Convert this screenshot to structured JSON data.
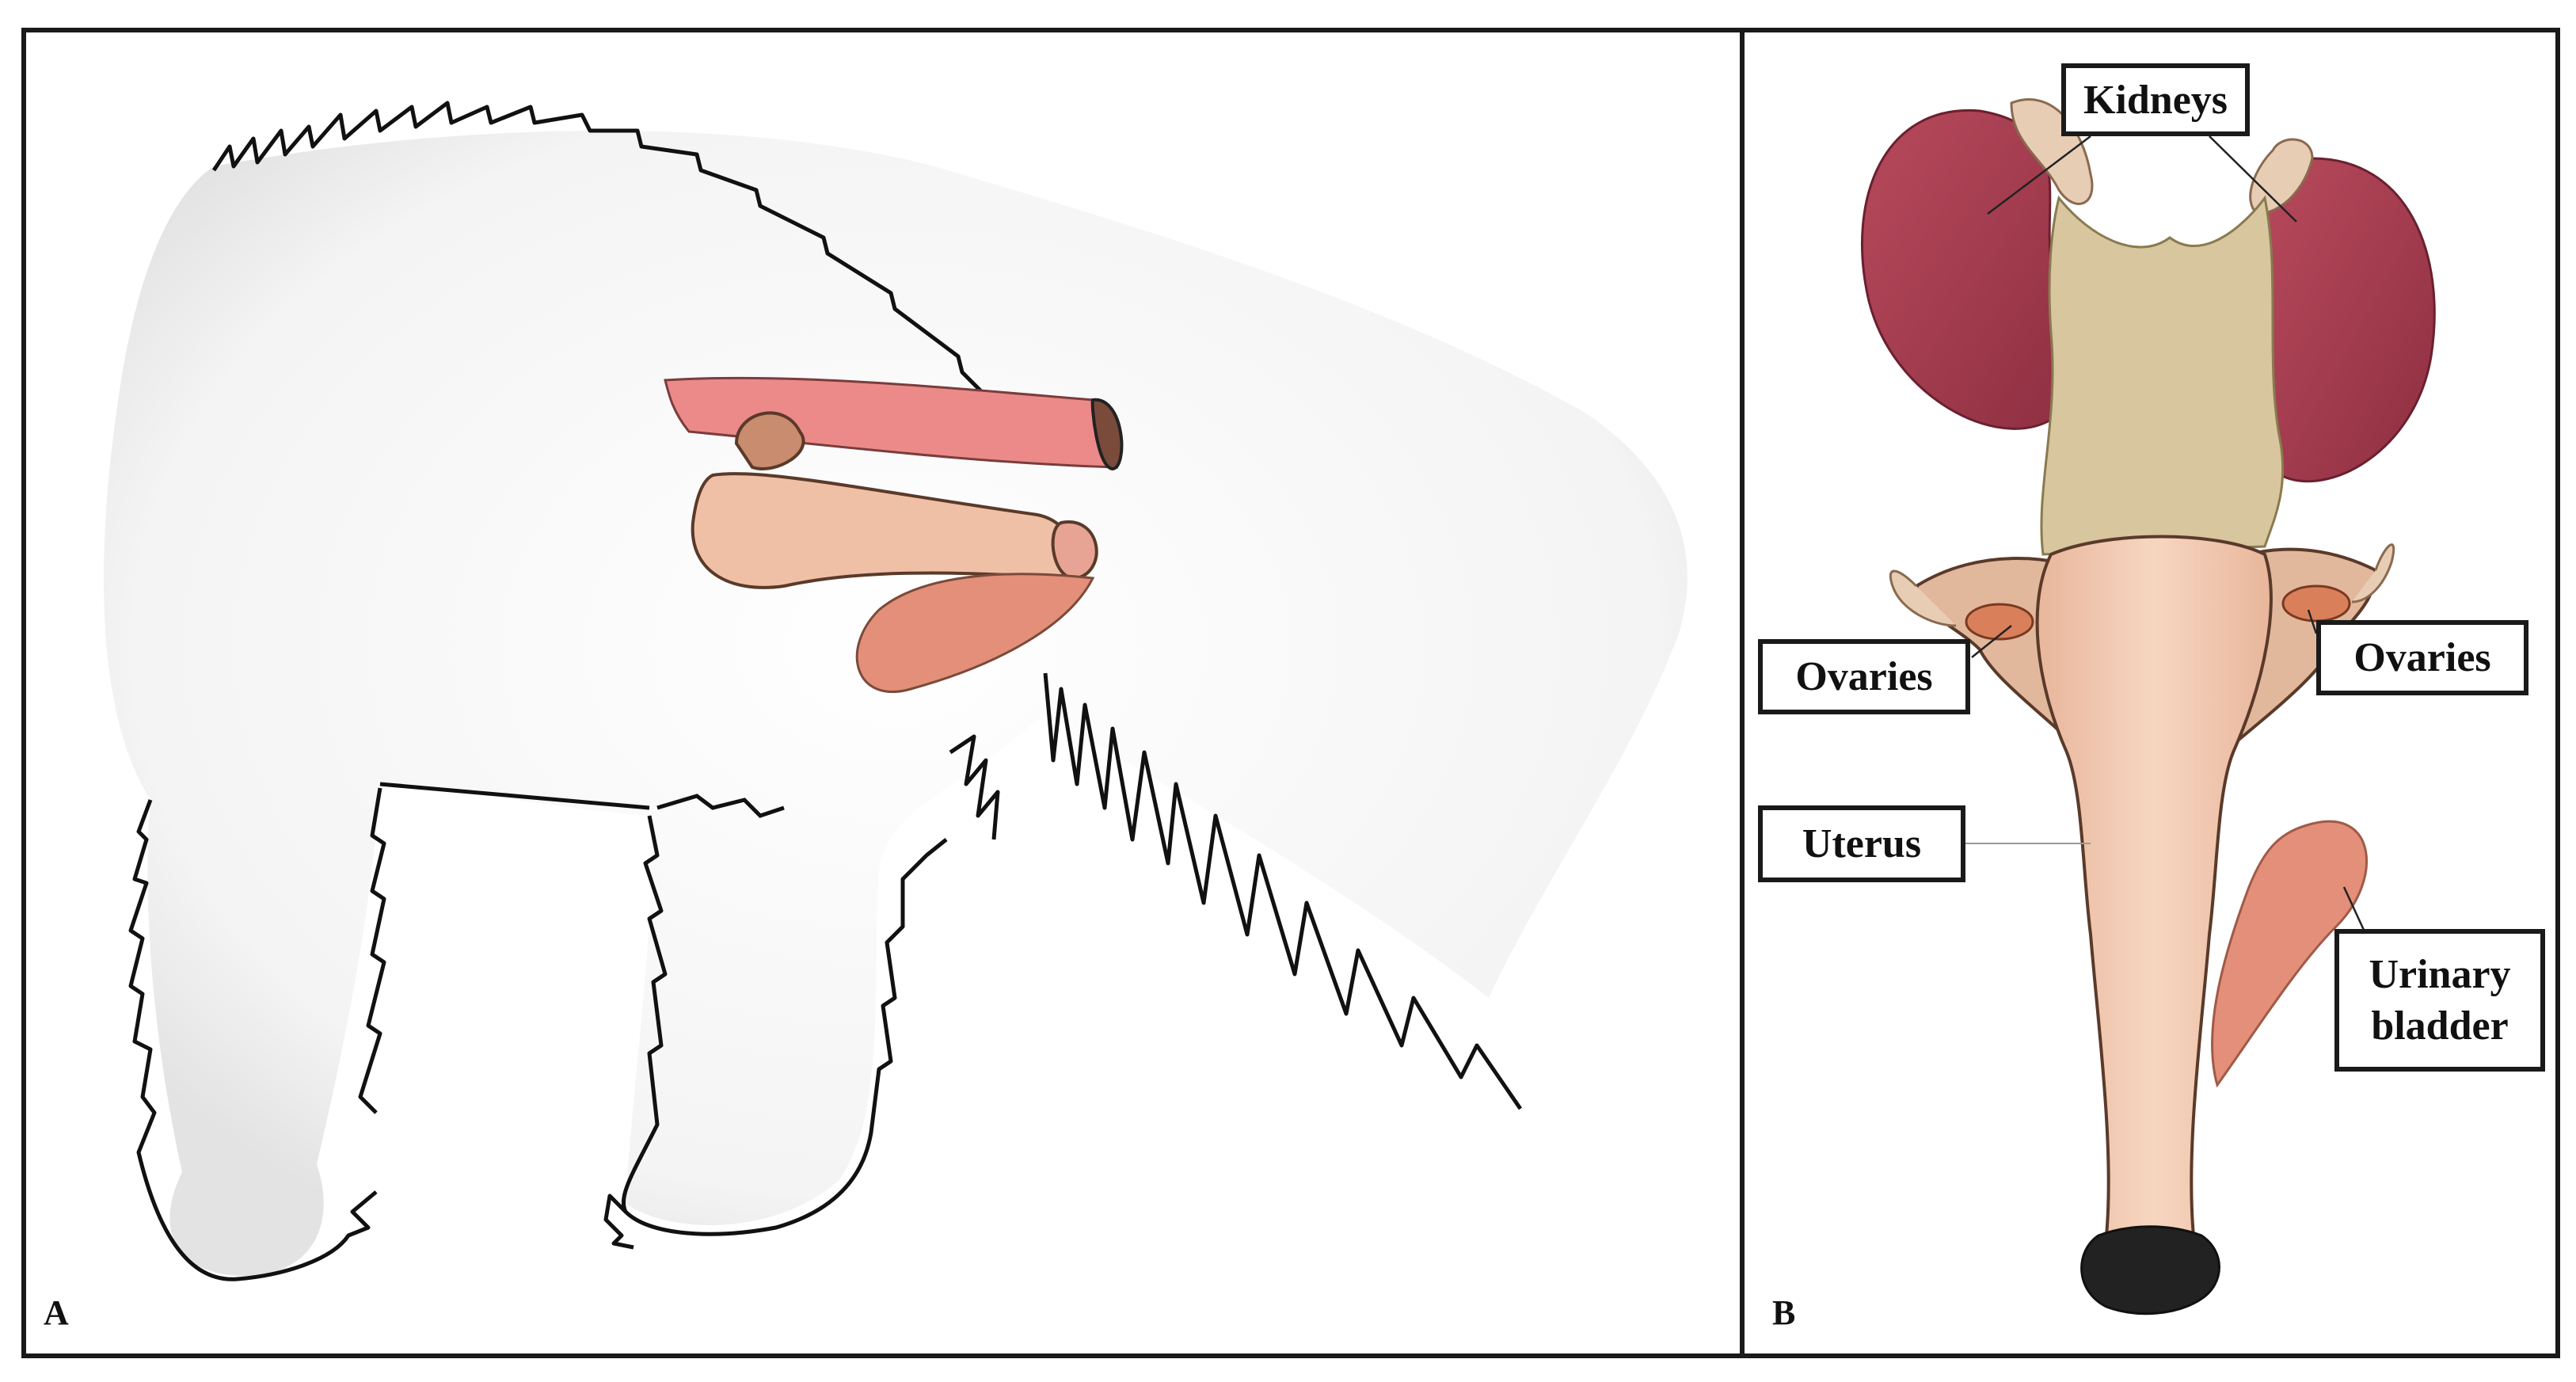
{
  "panels": {
    "a": {
      "letter": "A"
    },
    "b": {
      "letter": "B"
    }
  },
  "labels": {
    "kidneys": "Kidneys",
    "ovaries_left": "Ovaries",
    "ovaries_right": "Ovaries",
    "uterus": "Uterus",
    "urinary_bladder": "Urinary\nbladder"
  },
  "colors": {
    "fur": "#f3f3f3",
    "outline": "#111111",
    "rectum": "#e98686",
    "uterus": "#f2c9b0",
    "vulva": "#e7a494",
    "bladder": "#e38f79",
    "kidney": "#a33a4d",
    "adrenal": "#e8cdb5",
    "mesentery": "#d7c69e",
    "ovary": "#d9805b",
    "hair_tuft": "#222222"
  }
}
